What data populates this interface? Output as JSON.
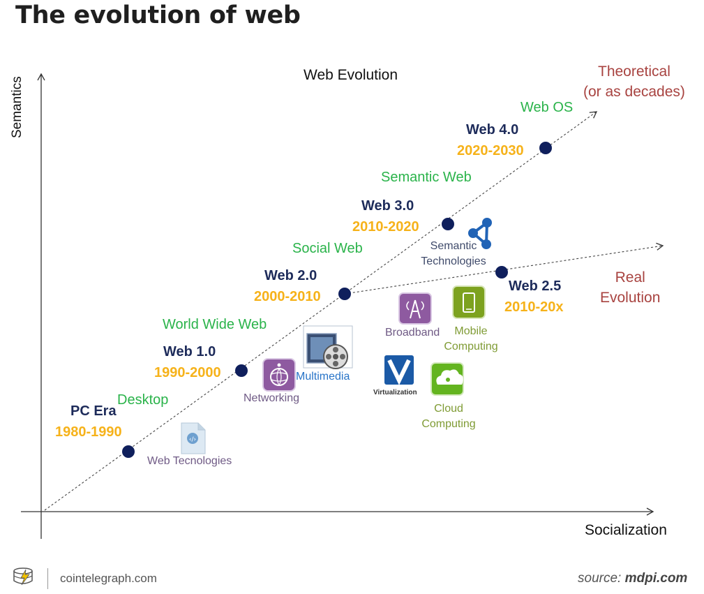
{
  "title": "The evolution of web",
  "diagram": {
    "title": "Web Evolution",
    "y_axis": "Semantics",
    "x_axis": "Socialization",
    "theoretical": [
      "Theoretical",
      "(or as decades)"
    ],
    "real": [
      "Real",
      "Evolution"
    ]
  },
  "eras": [
    {
      "name": "PC Era",
      "years": "1980-1990",
      "label": "Desktop"
    },
    {
      "name": "Web 1.0",
      "years": "1990-2000",
      "label": "World Wide Web"
    },
    {
      "name": "Web 2.0",
      "years": "2000-2010",
      "label": "Social Web"
    },
    {
      "name": "Web 3.0",
      "years": "2010-2020",
      "label": "Semantic Web"
    },
    {
      "name": "Web 4.0",
      "years": "2020-2030",
      "label": "Web OS"
    },
    {
      "name": "Web 2.5",
      "years": "2010-20x",
      "label": ""
    }
  ],
  "technologies": {
    "web_tecnologies": "Web Tecnologies",
    "networking": "Networking",
    "multimedia": "Multimedia",
    "broadband": "Broadband",
    "mobile": [
      "Mobile",
      "Computing"
    ],
    "virtualization": "Virtualization",
    "cloud": [
      "Cloud",
      "Computing"
    ],
    "semantic": [
      "Semantic",
      "Technologies"
    ]
  },
  "footer": {
    "brand": "cointelegraph.com",
    "source_prefix": "source:",
    "source_site": "mdpi.com"
  },
  "colors": {
    "era_name": "#1d2b5a",
    "era_years": "#f6b21a",
    "web_label": "#2ab34a",
    "evolution_label": "#a84340",
    "point": "#0f1f5c"
  }
}
